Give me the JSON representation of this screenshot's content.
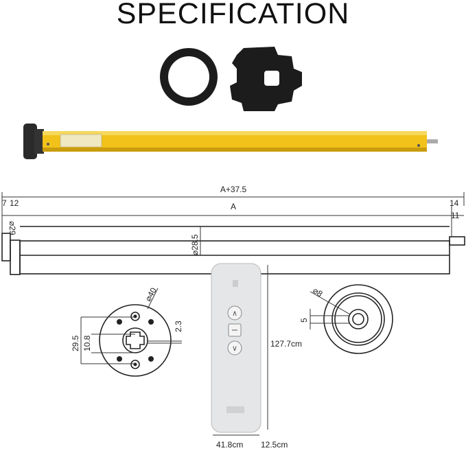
{
  "title": "SPECIFICATION",
  "colors": {
    "motor_tube": "#f2c21a",
    "motor_head": "#2a2a2a",
    "remote_body": "#e4e6e8"
  },
  "tube_drawing": {
    "overall_length": "A+37.5",
    "tube_length": "A",
    "left_offset_1": "7",
    "left_offset_2": "12",
    "head_diameter": "⌀29",
    "tube_diameter": "⌀28.5",
    "right_offset_1": "14",
    "right_offset_2": "11"
  },
  "head_view": {
    "outer_diameter": "⌀40",
    "hole_spacing": "29.5",
    "shaft_width": "10.8",
    "offset": "2.3"
  },
  "end_view": {
    "pin_diameter": "⌀8",
    "pin_width": "5"
  },
  "remote": {
    "height": "127.7cm",
    "width": "41.8cm",
    "depth": "12.5cm",
    "up_icon": "chevron-up",
    "stop_icon": "minus",
    "down_icon": "chevron-down"
  }
}
